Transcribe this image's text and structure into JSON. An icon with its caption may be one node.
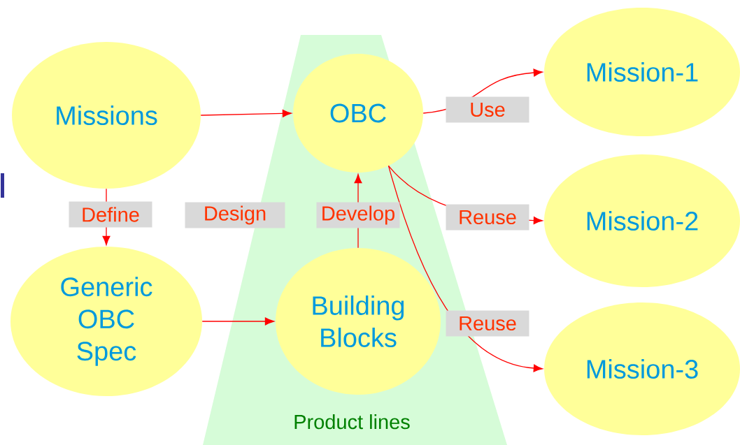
{
  "diagram": {
    "nodes": [
      {
        "text": [
          "Product lines"
        ]
      },
      {
        "text": [
          "Missions"
        ]
      },
      {
        "text": [
          "OBC"
        ],
        "in": 0
      },
      {
        "text": [
          "Generic OBC Spec"
        ]
      },
      {
        "text": [
          "Building Blocks"
        ],
        "in": 0
      },
      {
        "text": [
          "Mission-1"
        ]
      },
      {
        "text": [
          "Mission-2"
        ]
      },
      {
        "text": [
          "Mission-3"
        ]
      }
    ],
    "edges": [
      {
        "from": 1,
        "to": 2,
        "arrow": "to"
      },
      {
        "from": 1,
        "to": 3,
        "arrow": "to",
        "label": "Define"
      },
      {
        "from": 3,
        "to": 4,
        "arrow": "to"
      },
      {
        "from": 4,
        "to": 2,
        "arrow": "to",
        "label": "Develop"
      },
      {
        "from": 2,
        "to": 5,
        "arrow": "to",
        "label": "Use"
      },
      {
        "from": 2,
        "to": 6,
        "arrow": "to",
        "label": "Reuse"
      },
      {
        "from": 2,
        "to": 7,
        "arrow": "to",
        "label": "Reuse"
      }
    ],
    "labels": [
      "Design"
    ]
  }
}
